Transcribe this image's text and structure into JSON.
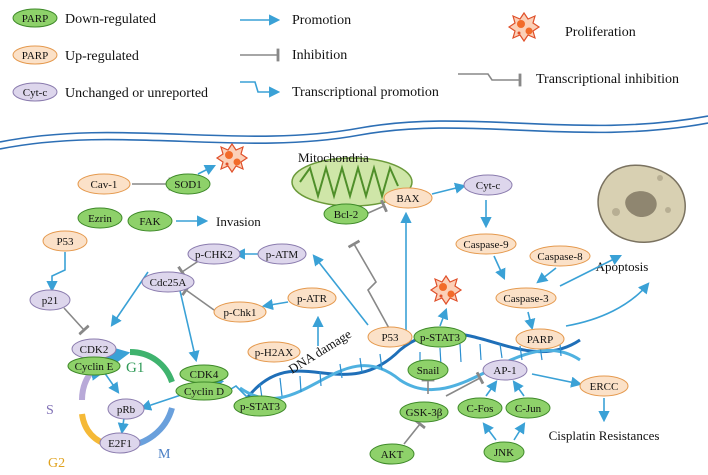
{
  "legend": {
    "down_node": "PARP",
    "down_label": "Down-regulated",
    "up_node": "PARP",
    "up_label": "Up-regulated",
    "unchanged_node": "Cyt-c",
    "unchanged_label": "Unchanged or unreported",
    "promotion": "Promotion",
    "inhibition": "Inhibition",
    "tx_promotion": "Transcriptional promotion",
    "proliferation": "Proliferation",
    "tx_inhibition": "Transcriptional inhibition"
  },
  "nodes": {
    "cav1": "Cav-1",
    "sod1": "SOD1",
    "ezrin": "Ezrin",
    "fak": "FAK",
    "p53_left": "P53",
    "p21": "p21",
    "pchk2": "p-CHK2",
    "patm": "p-ATM",
    "cdc25a": "Cdc25A",
    "patr": "p-ATR",
    "pchk1": "p-Chk1",
    "ph2ax": "p-H2AX",
    "cdk2": "CDK2",
    "cycline": "Cyclin E",
    "cdk4": "CDK4",
    "cyclind": "Cyclin D",
    "pstat3_left": "p-STAT3",
    "prb": "pRb",
    "e2f1": "E2F1",
    "bcl2": "Bcl-2",
    "bax": "BAX",
    "cytc": "Cyt-c",
    "casp9": "Caspase-9",
    "casp8": "Caspase-8",
    "casp3": "Caspase-3",
    "parp": "PARP",
    "p53_mid": "P53",
    "pstat3_mid": "p-STAT3",
    "snail": "Snail",
    "ap1": "AP-1",
    "gsk3b": "GSK-3β",
    "akt": "AKT",
    "cfos": "C-Fos",
    "cjun": "C-Jun",
    "jnk": "JNK",
    "ercc": "ERCC"
  },
  "labels": {
    "mitochondria": "Mitochondria",
    "invasion": "Invasion",
    "apoptosis": "Apoptosis",
    "dna_damage": "DNA damage",
    "cisplatin": "Cisplatin Resistances",
    "g1": "G1",
    "s": "S",
    "g2": "G2",
    "m": "M"
  },
  "colors": {
    "green": "#8ed16a",
    "orange": "#fbe1c8",
    "purple": "#ddd6ec",
    "promotion": "#3aa1d6",
    "inhibition": "#888888"
  }
}
